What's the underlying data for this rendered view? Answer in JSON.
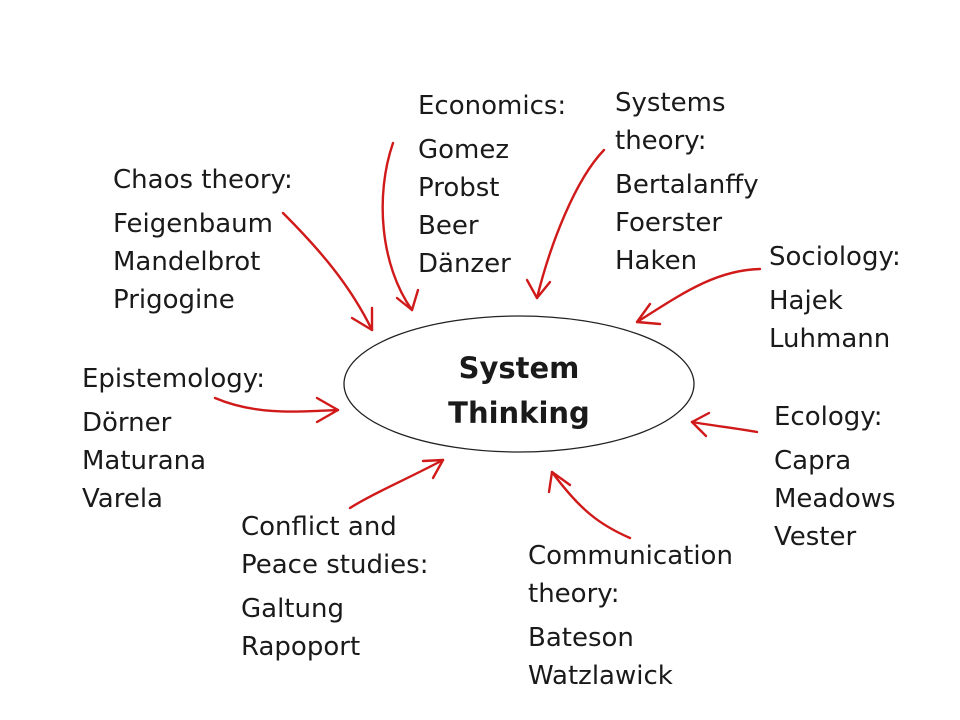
{
  "center": {
    "title_lines": [
      "System",
      "Thinking"
    ]
  },
  "colors": {
    "arrow": "#d01a1a",
    "text": "#1a1a1a",
    "ellipse_stroke": "#222222",
    "background": "#ffffff"
  },
  "groups": {
    "economics": {
      "title_lines": [
        "Economics:"
      ],
      "names": [
        "Gomez",
        "Probst",
        "Beer",
        "Dänzer"
      ]
    },
    "systems_theory": {
      "title_lines": [
        "Systems",
        "theory:"
      ],
      "names": [
        "Bertalanffy",
        "Foerster",
        "Haken"
      ]
    },
    "chaos_theory": {
      "title_lines": [
        "Chaos theory:"
      ],
      "names": [
        "Feigenbaum",
        "Mandelbrot",
        "Prigogine"
      ]
    },
    "sociology": {
      "title_lines": [
        "Sociology:"
      ],
      "names": [
        "Hajek",
        "Luhmann"
      ]
    },
    "epistemology": {
      "title_lines": [
        "Epistemology:"
      ],
      "names": [
        "Dörner",
        "Maturana",
        "Varela"
      ]
    },
    "ecology": {
      "title_lines": [
        "Ecology:"
      ],
      "names": [
        "Capra",
        "Meadows",
        "Vester"
      ]
    },
    "conflict_peace": {
      "title_lines": [
        "Conflict and",
        "Peace studies:"
      ],
      "names": [
        "Galtung",
        "Rapoport"
      ]
    },
    "communication": {
      "title_lines": [
        "Communication",
        "theory:"
      ],
      "names": [
        "Bateson",
        "Watzlawick"
      ]
    }
  }
}
